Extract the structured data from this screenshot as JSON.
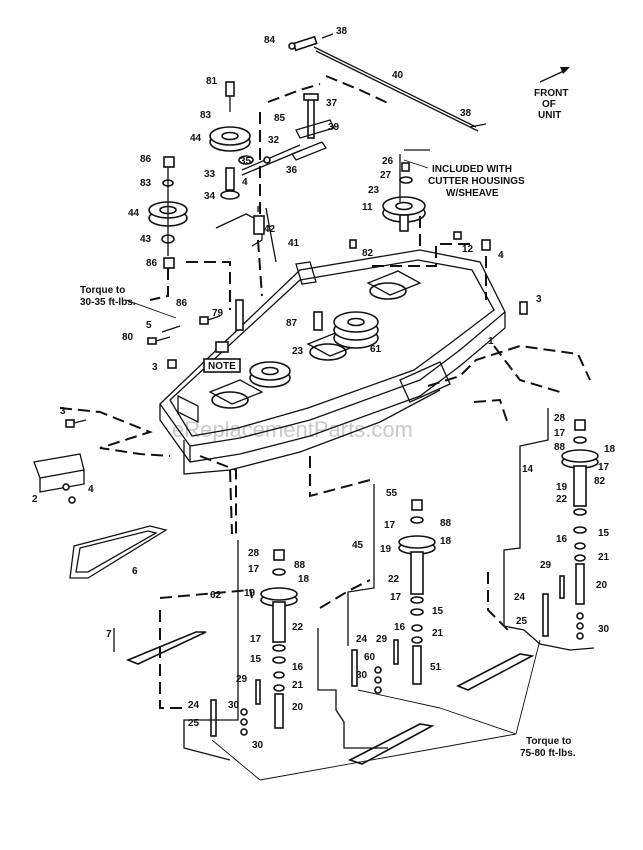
{
  "labels": {
    "l1": "1",
    "l2": "2",
    "l3a": "3",
    "l3b": "3",
    "l3c": "3",
    "l4a": "4",
    "l4b": "4",
    "l4c": "4",
    "l5": "5",
    "l6": "6",
    "l7": "7",
    "l11": "11",
    "l12": "12",
    "l14": "14",
    "l15a": "15",
    "l15b": "15",
    "l15c": "15",
    "l16a": "16",
    "l16b": "16",
    "l16c": "16",
    "l17a": "17",
    "l17b": "17",
    "l17c": "17",
    "l17d": "17",
    "l17e": "17",
    "l17f": "17",
    "l18a": "18",
    "l18b": "18",
    "l18c": "18",
    "l19a": "19",
    "l19b": "19",
    "l19c": "19",
    "l20a": "20",
    "l20b": "20",
    "l21a": "21",
    "l21b": "21",
    "l21c": "21",
    "l22a": "22",
    "l22b": "22",
    "l22c": "22",
    "l23a": "23",
    "l23b": "23",
    "l24a": "24",
    "l24b": "24",
    "l24c": "24",
    "l25a": "25",
    "l25b": "25",
    "l26": "26",
    "l27": "27",
    "l28a": "28",
    "l28b": "28",
    "l29a": "29",
    "l29b": "29",
    "l29c": "29",
    "l30a": "30",
    "l30b": "30",
    "l30c": "30",
    "l30d": "30",
    "l32": "32",
    "l33": "33",
    "l34": "34",
    "l35": "35",
    "l36": "36",
    "l37": "37",
    "l38a": "38",
    "l38b": "38",
    "l39": "39",
    "l40": "40",
    "l41": "41",
    "l42": "42",
    "l43": "43",
    "l44a": "44",
    "l44b": "44",
    "l45": "45",
    "l51": "51",
    "l55": "55",
    "l60": "60",
    "l61": "61",
    "l62": "62",
    "l79": "79",
    "l80": "80",
    "l81": "81",
    "l82a": "82",
    "l82b": "82",
    "l83a": "83",
    "l83b": "83",
    "l84": "84",
    "l85": "85",
    "l86a": "86",
    "l86b": "86",
    "l86c": "86",
    "l87": "87",
    "l88a": "88",
    "l88b": "88",
    "l88c": "88"
  },
  "notes": {
    "front_line1": "FRONT",
    "front_line2": "OF",
    "front_line3": "UNIT",
    "included_line1": "INCLUDED WITH",
    "included_line2": "CUTTER HOUSINGS",
    "included_line3": "W/SHEAVE",
    "torque_top_line1": "Torque to",
    "torque_top_line2": "30-35 ft-lbs.",
    "torque_bottom_line1": "Torque to",
    "torque_bottom_line2": "75-80 ft-lbs.",
    "note_box": "NOTE",
    "watermark": "eReplacementParts.com"
  },
  "colors": {
    "ink": "#111111",
    "paper": "#ffffff",
    "watermark": "#c9c9c9"
  }
}
